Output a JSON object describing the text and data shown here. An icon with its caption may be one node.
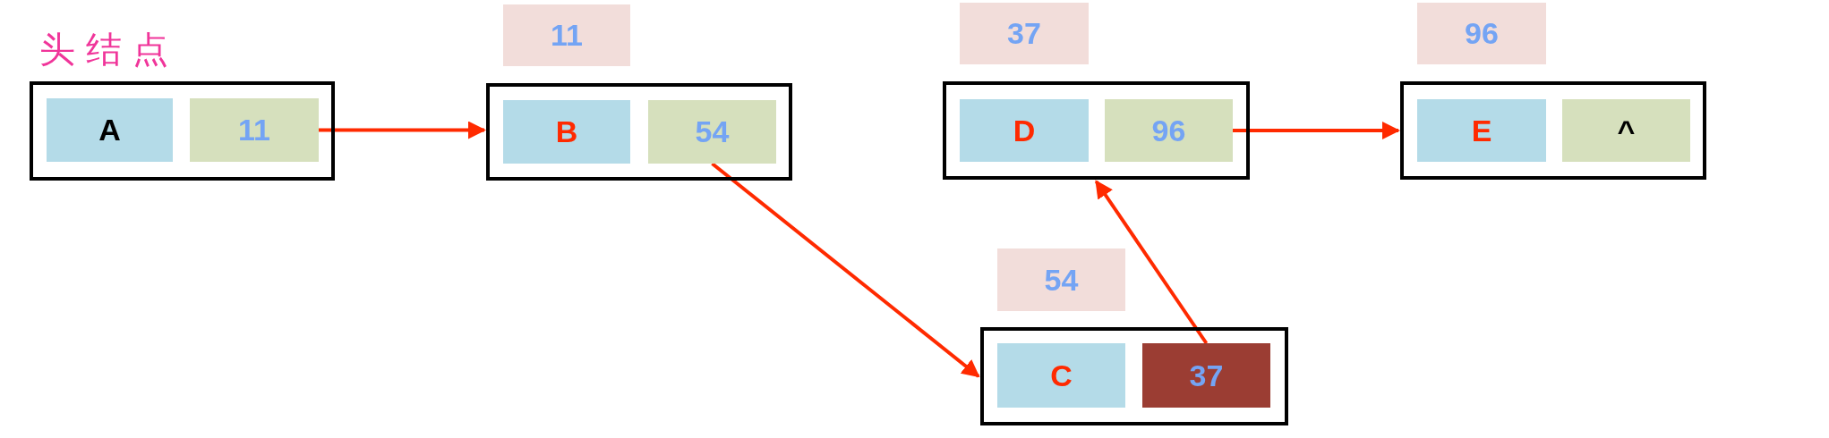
{
  "diagram": {
    "nodes": [
      {
        "text": [],
        "shape": "box"
      },
      {
        "text": [
          "A"
        ],
        "in": 0
      },
      {
        "text": [
          "11"
        ],
        "in": 0
      },
      {
        "text": [
          "11"
        ]
      },
      {
        "text": [],
        "shape": "box"
      },
      {
        "text": [
          "B"
        ],
        "in": 4
      },
      {
        "text": [
          "54"
        ],
        "in": 4
      },
      {
        "text": [
          "37"
        ]
      },
      {
        "text": [],
        "shape": "box"
      },
      {
        "text": [
          "D"
        ],
        "in": 8
      },
      {
        "text": [
          "96"
        ],
        "in": 8
      },
      {
        "text": [
          "96"
        ]
      },
      {
        "text": [],
        "shape": "box"
      },
      {
        "text": [
          "E"
        ],
        "in": 12
      },
      {
        "text": [
          "^"
        ],
        "in": 12
      },
      {
        "text": [
          "54"
        ]
      },
      {
        "text": [],
        "shape": "box"
      },
      {
        "text": [
          "C"
        ],
        "in": 16
      },
      {
        "text": [
          "37"
        ],
        "in": 16
      }
    ],
    "edges": [
      {
        "from": 2,
        "to": 4,
        "arrow": "to"
      },
      {
        "from": 6,
        "to": 16,
        "arrow": "to"
      },
      {
        "from": 18,
        "to": 8,
        "arrow": "to"
      },
      {
        "from": 10,
        "to": 12,
        "arrow": "to"
      }
    ],
    "labels": [
      "头结点"
    ]
  }
}
